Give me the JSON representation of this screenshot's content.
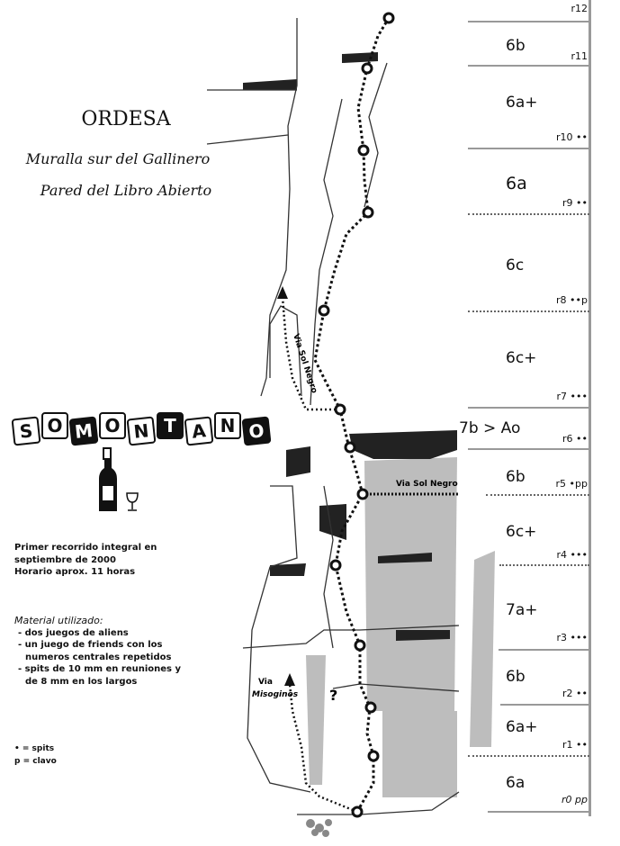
{
  "header": {
    "title": "ORDESA",
    "subtitle_1": "Muralla sur del Gallinero",
    "subtitle_2": "Pared del Libro Abierto"
  },
  "route_name": [
    "S",
    "O",
    "M",
    "O",
    "N",
    "T",
    "A",
    "N",
    "O"
  ],
  "info": {
    "first_ascent": [
      "Primer recorrido integral en",
      "septiembre de 2000",
      "Horario aprox. 11 horas"
    ],
    "material_title": "Material utilizado:",
    "material": [
      "- dos juegos de aliens",
      "- un juego de friends con los",
      "numeros centrales repetidos",
      "- spits de 10 mm en reuniones y",
      "de 8 mm en los largos"
    ]
  },
  "legend": {
    "spits": "• = spits",
    "clavo": "p = clavo"
  },
  "route_labels": {
    "sol_negro_vertical": "Via Sol Negro",
    "sol_negro_horizontal": "Via Sol Negro",
    "misoginos_1": "Via",
    "misoginos_2": "Misoginos",
    "unknown": "?"
  },
  "pitches": [
    {
      "relay": "r12",
      "grade": ""
    },
    {
      "relay": "r11",
      "grade": "6b"
    },
    {
      "relay": "r10 ••",
      "grade": "6a+"
    },
    {
      "relay": "r9 ••",
      "grade": "6a"
    },
    {
      "relay": "r8 ••p",
      "grade": "6c"
    },
    {
      "relay": "r7 •••",
      "grade": "6c+"
    },
    {
      "relay": "r6 ••",
      "grade": "7b > Ao"
    },
    {
      "relay": "r5 •pp",
      "grade": "6b"
    },
    {
      "relay": "r4 •••",
      "grade": "6c+"
    },
    {
      "relay": "r3 •••",
      "grade": "7a+"
    },
    {
      "relay": "r2 ••",
      "grade": "6b"
    },
    {
      "relay": "r1 ••",
      "grade": "6a+"
    },
    {
      "relay": "r0 pp",
      "grade": "6a"
    }
  ],
  "colors": {
    "ink": "#111111",
    "shade": "#bdbdbd",
    "rule": "#999999"
  }
}
